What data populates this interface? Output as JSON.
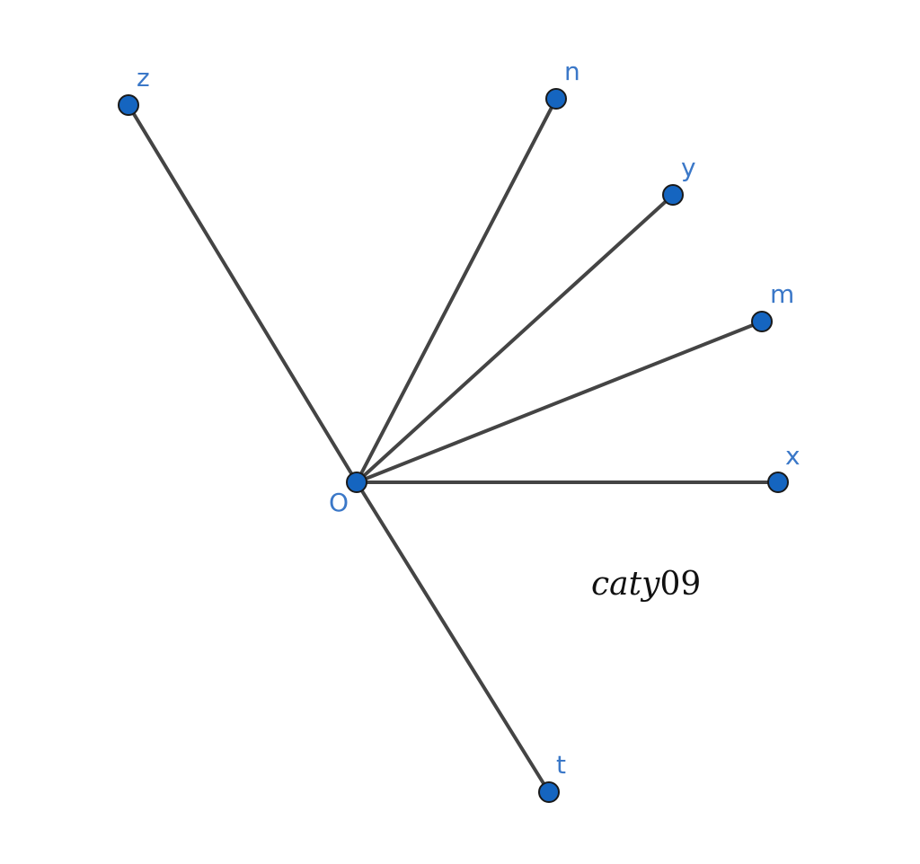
{
  "diagram": {
    "style": {
      "point_color": "#1565c0",
      "label_color": "#3b78c8",
      "segment_color": "#444444"
    },
    "center": {
      "label": "O"
    },
    "rays": [
      {
        "label": "z"
      },
      {
        "label": "n"
      },
      {
        "label": "y"
      },
      {
        "label": "m"
      },
      {
        "label": "x"
      },
      {
        "label": "t"
      }
    ],
    "watermark": {
      "italic": "caty",
      "upright": "09"
    }
  }
}
